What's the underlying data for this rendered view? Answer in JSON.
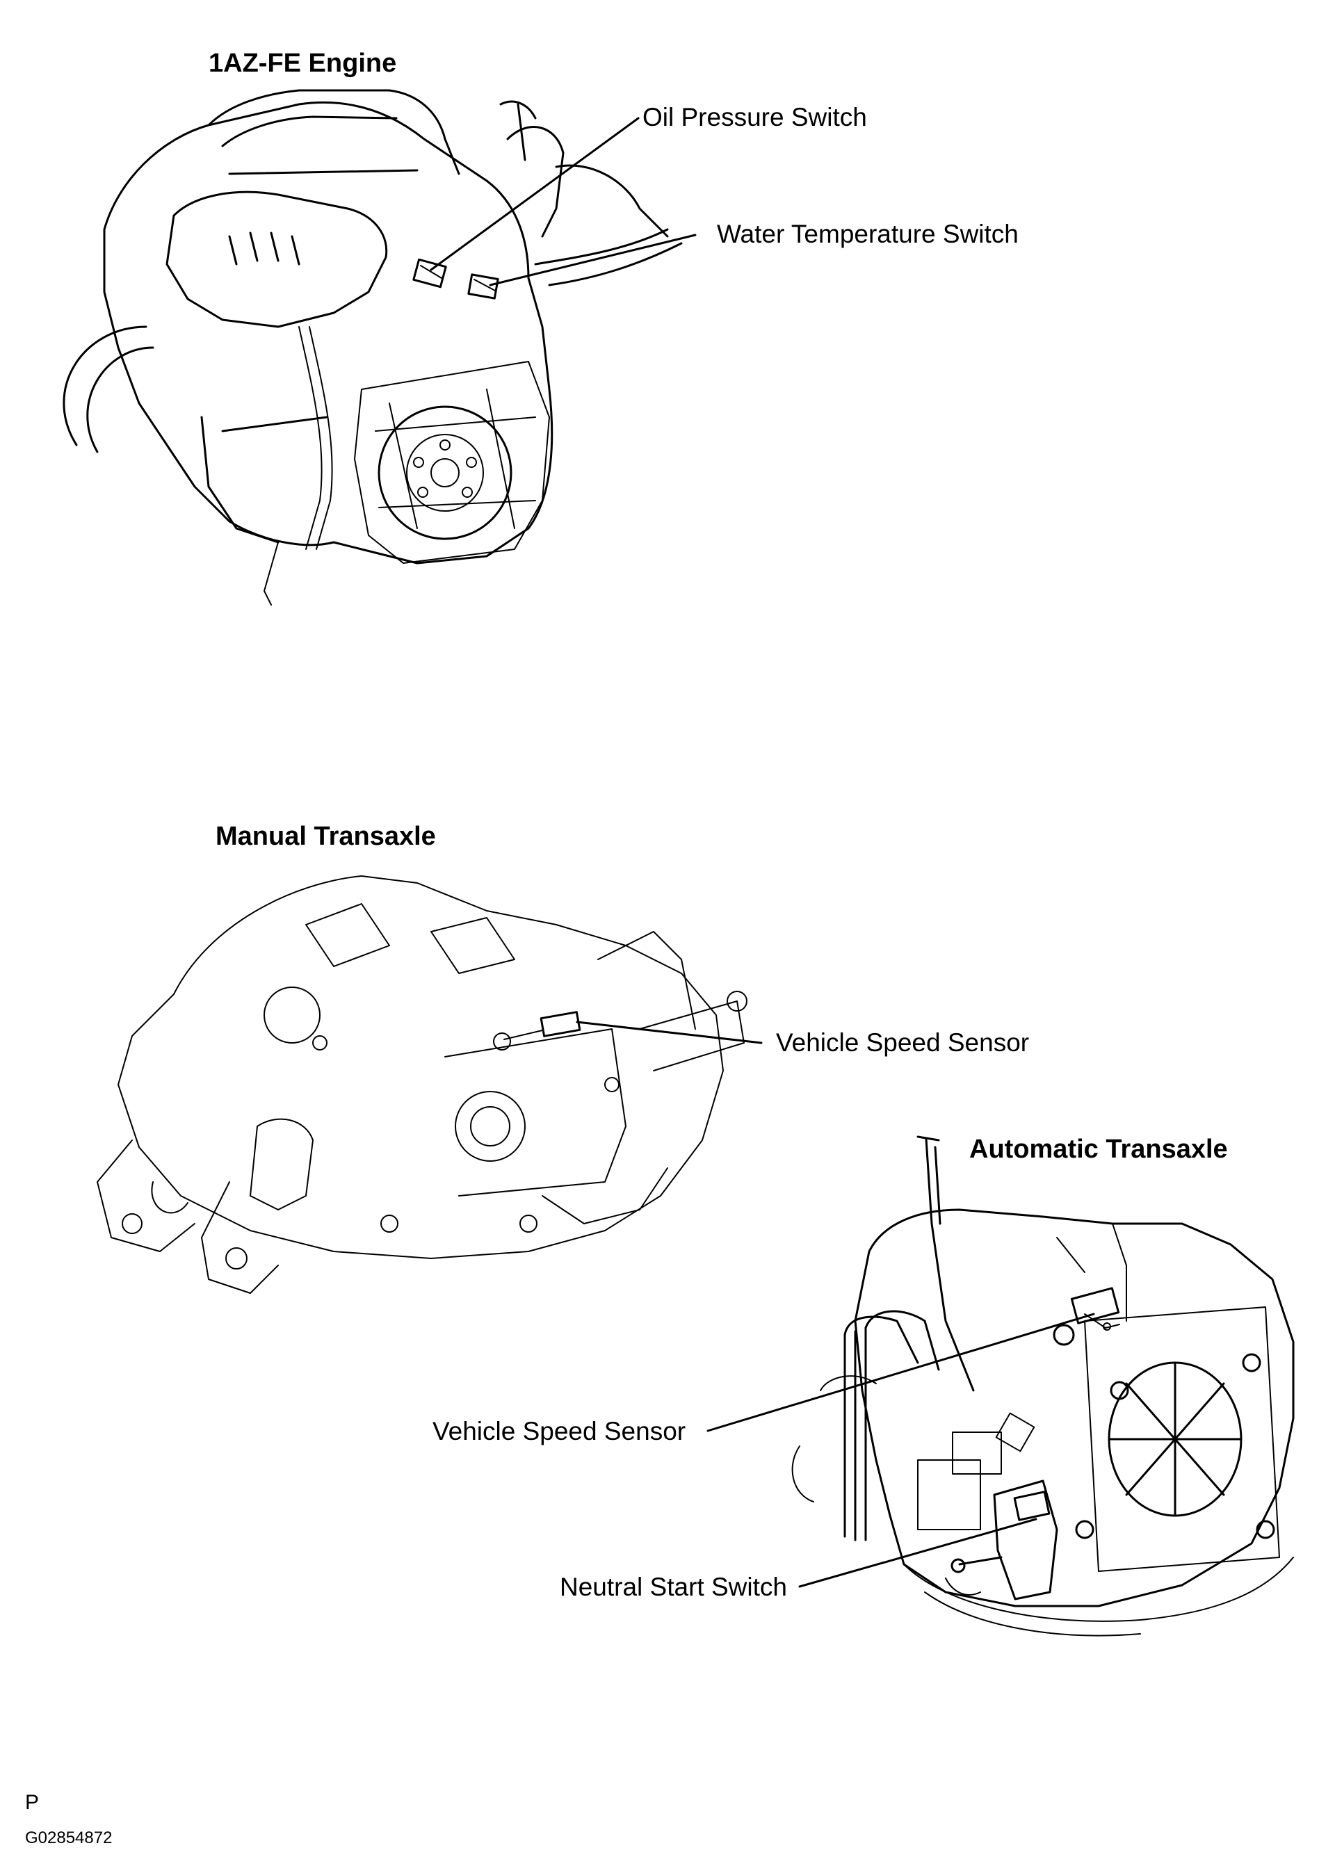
{
  "engine": {
    "title": "1AZ-FE  Engine",
    "callouts": [
      "Oil Pressure Switch",
      "Water Temperature Switch"
    ]
  },
  "manual_transaxle": {
    "title": "Manual Transaxle",
    "callouts": [
      "Vehicle Speed Sensor"
    ]
  },
  "automatic_transaxle": {
    "title": "Automatic Transaxle",
    "callouts": [
      "Vehicle Speed Sensor",
      "Neutral Start Switch"
    ]
  },
  "footer": {
    "letter": "P",
    "code": "G02854872"
  }
}
